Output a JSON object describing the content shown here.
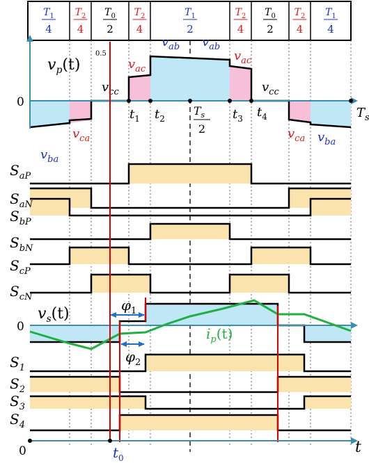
{
  "colors": {
    "blue_text": "#1a2fd0",
    "red_text": "#e01a1a",
    "black": "#000000",
    "axis_blue": "#3a8fb0",
    "fill_blue": "#bfe7f5",
    "fill_pink": "#f7bfd8",
    "fill_yellow": "#fbe3ad",
    "current_green": "#20b040",
    "marker_red": "#e00000"
  },
  "header": {
    "cells": [
      {
        "num": "T",
        "sub": "1",
        "den": "4",
        "color": "blue"
      },
      {
        "num": "T",
        "sub": "2",
        "den": "4",
        "color": "red"
      },
      {
        "num": "T",
        "sub": "0",
        "den": "2",
        "color": "black"
      },
      {
        "num": "T",
        "sub": "2",
        "den": "4",
        "color": "red"
      },
      {
        "num": "T",
        "sub": "1",
        "den": "2",
        "color": "blue"
      },
      {
        "num": "T",
        "sub": "2",
        "den": "4",
        "color": "red"
      },
      {
        "num": "T",
        "sub": "0",
        "den": "2",
        "color": "black"
      },
      {
        "num": "T",
        "sub": "2",
        "den": "4",
        "color": "red"
      },
      {
        "num": "T",
        "sub": "1",
        "den": "4",
        "color": "blue"
      }
    ]
  },
  "vp": {
    "label": "v",
    "label_sub": "p",
    "label_arg": "(t)",
    "half_mark": "0.5",
    "zero": "0",
    "v_ab_1": {
      "base": "v",
      "sub": "ab"
    },
    "v_ab_2": {
      "base": "v",
      "sub": "ab"
    },
    "v_ac_1": {
      "base": "v",
      "sub": "ac"
    },
    "v_ac_2": {
      "base": "v",
      "sub": "ac"
    },
    "v_cc_1": {
      "base": "v",
      "sub": "cc"
    },
    "v_cc_2": {
      "base": "v",
      "sub": "cc"
    },
    "v_ca_1": {
      "base": "v",
      "sub": "ca"
    },
    "v_ca_2": {
      "base": "v",
      "sub": "ca"
    },
    "v_ba_1": {
      "base": "v",
      "sub": "ba"
    },
    "v_ba_2": {
      "base": "v",
      "sub": "ba"
    },
    "t1": {
      "base": "t",
      "sub": "1"
    },
    "t2": {
      "base": "t",
      "sub": "2"
    },
    "t3": {
      "base": "t",
      "sub": "3"
    },
    "t4": {
      "base": "t",
      "sub": "4"
    },
    "ts_half": {
      "num": "T",
      "sub": "s",
      "den": "2"
    },
    "ts": {
      "base": "T",
      "sub": "s"
    }
  },
  "switches_primary": [
    {
      "base": "S",
      "sub": "aP"
    },
    {
      "base": "S",
      "sub": "aN"
    },
    {
      "base": "S",
      "sub": "bP"
    },
    {
      "base": "S",
      "sub": "bN"
    },
    {
      "base": "S",
      "sub": "cP"
    },
    {
      "base": "S",
      "sub": "cN"
    }
  ],
  "vs": {
    "label": "v",
    "label_sub": "s",
    "label_arg": "(t)",
    "zero": "0",
    "phi1": {
      "base": "φ",
      "sub": "1"
    },
    "phi2": {
      "base": "φ",
      "sub": "2"
    },
    "ip": {
      "base": "i",
      "sub": "p",
      "arg": "(t)"
    }
  },
  "switches_secondary": [
    {
      "base": "S",
      "sub": "1"
    },
    {
      "base": "S",
      "sub": "2"
    },
    {
      "base": "S",
      "sub": "3"
    },
    {
      "base": "S",
      "sub": "4"
    }
  ],
  "axis": {
    "origin": "0",
    "t0": {
      "base": "t",
      "sub": "0"
    },
    "t": "t"
  }
}
